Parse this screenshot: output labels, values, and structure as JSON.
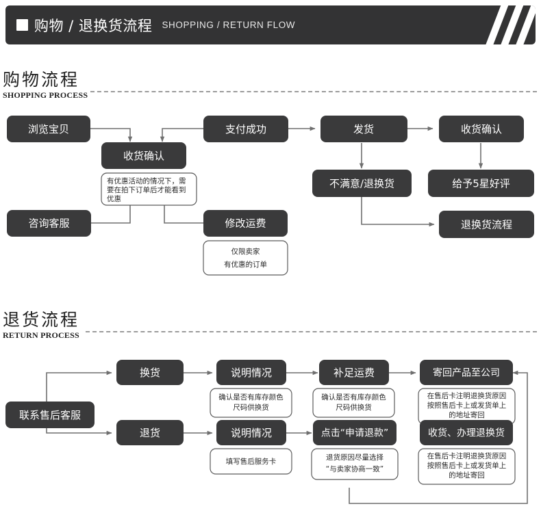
{
  "banner": {
    "icon": "square-icon",
    "title_cn": "购物 / 退换货流程",
    "title_en": "SHOPPING / RETURN FLOW",
    "bg_color": "#333334",
    "stripe_color": "#ffffff"
  },
  "sections": [
    {
      "title_cn": "购物流程",
      "title_en": "SHOPPING PROCESS"
    },
    {
      "title_cn": "退货流程",
      "title_en": "RETURN PROCESS"
    }
  ],
  "theme": {
    "node_fill": "#3a3a3b",
    "node_text": "#ffffff",
    "note_fill": "#ffffff",
    "note_stroke": "#5a5a5a",
    "edge_color": "#6f6f6f",
    "page_bg": "#ffffff"
  },
  "shopping_flow": {
    "nodes": [
      {
        "id": "browse",
        "label": "浏览宝贝"
      },
      {
        "id": "confirm1",
        "label": "收货确认"
      },
      {
        "id": "paid",
        "label": "支付成功"
      },
      {
        "id": "ship",
        "label": "发货"
      },
      {
        "id": "confirm2",
        "label": "收货确认"
      },
      {
        "id": "unhappy",
        "label": "不满意/退换货"
      },
      {
        "id": "review",
        "label": "给予5星好评"
      },
      {
        "id": "returnfl",
        "label": "退换货流程"
      },
      {
        "id": "service",
        "label": "咨询客服"
      },
      {
        "id": "freight",
        "label": "修改运费"
      }
    ],
    "notes": [
      {
        "id": "note-confirm1",
        "lines": [
          "有优惠活动的情况下，需",
          "要在拍下订单后才能看到",
          "优惠"
        ]
      },
      {
        "id": "note-freight",
        "lines": [
          "仅限卖家",
          "有优惠的订单"
        ]
      }
    ],
    "edges": [
      {
        "from": "browse",
        "to": "confirm1"
      },
      {
        "from": "paid",
        "to": "confirm1"
      },
      {
        "from": "paid",
        "to": "ship"
      },
      {
        "from": "ship",
        "to": "confirm2"
      },
      {
        "from": "ship",
        "to": "unhappy"
      },
      {
        "from": "confirm2",
        "to": "review"
      },
      {
        "from": "unhappy",
        "to": "returnfl"
      },
      {
        "from": "service",
        "to": "note-confirm1"
      },
      {
        "from": "freight",
        "to": "note-confirm1"
      }
    ]
  },
  "return_flow": {
    "nodes": [
      {
        "id": "contact",
        "label": "联系售后客服"
      },
      {
        "id": "exchange",
        "label": "换货"
      },
      {
        "id": "explain1",
        "label": "说明情况"
      },
      {
        "id": "addfee",
        "label": "补足运费"
      },
      {
        "id": "sendback",
        "label": "寄回产品至公司"
      },
      {
        "id": "refund",
        "label": "退货"
      },
      {
        "id": "explain2",
        "label": "说明情况"
      },
      {
        "id": "applyref",
        "label": "点击“申请退款”"
      },
      {
        "id": "receive",
        "label": "收货、办理退换货"
      }
    ],
    "notes": [
      {
        "id": "note-explain1",
        "lines": [
          "确认是否有库存颜色",
          "尺码供换货"
        ]
      },
      {
        "id": "note-addfee",
        "lines": [
          "确认是否有库存颜色",
          "尺码供换货"
        ]
      },
      {
        "id": "note-sendback",
        "lines": [
          "在售后卡注明退换货原因",
          "按照售后卡上或发货单上",
          "的地址寄回"
        ]
      },
      {
        "id": "note-explain2",
        "lines": [
          "填写售后服务卡"
        ]
      },
      {
        "id": "note-applyref",
        "lines": [
          "退货原因尽量选择",
          "“与卖家协商一致”"
        ]
      },
      {
        "id": "note-receive",
        "lines": [
          "在售后卡注明退换货原因",
          "按照售后卡上或发货单上",
          "的地址寄回"
        ]
      }
    ],
    "edges": [
      {
        "from": "contact",
        "to": "exchange"
      },
      {
        "from": "contact",
        "to": "refund"
      },
      {
        "from": "exchange",
        "to": "explain1"
      },
      {
        "from": "explain1",
        "to": "addfee"
      },
      {
        "from": "addfee",
        "to": "sendback"
      },
      {
        "from": "refund",
        "to": "explain2"
      },
      {
        "from": "explain2",
        "to": "applyref"
      },
      {
        "from": "applyref",
        "to": "sendback"
      }
    ]
  }
}
